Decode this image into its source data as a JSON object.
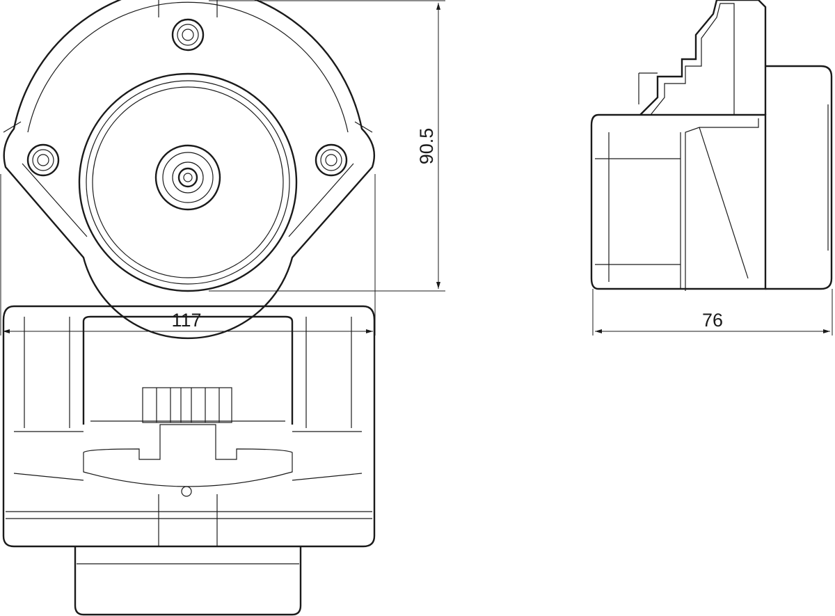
{
  "dimensions": {
    "width": "117",
    "height": "90.5",
    "depth": "76"
  },
  "colors": {
    "line": "#1a1a1a",
    "background": "#ffffff"
  }
}
